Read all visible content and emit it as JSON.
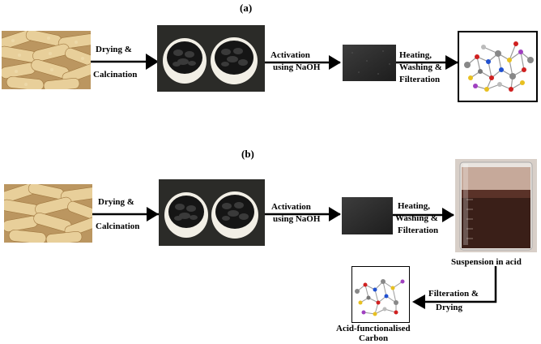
{
  "panel_a": {
    "label": "(a)",
    "step1": [
      "Drying &",
      "Calcination"
    ],
    "step2": [
      "Activation",
      "using NaOH"
    ],
    "step3": [
      "Heating,",
      "Washing &",
      "Filteration"
    ]
  },
  "panel_b": {
    "label": "(b)",
    "step1": [
      "Drying &",
      "Calcination"
    ],
    "step2": [
      "Activation",
      "using NaOH"
    ],
    "step3": [
      "Heating,",
      "Washing &",
      "Filteration"
    ],
    "suspension": "Suspension in acid",
    "step5": [
      "Filteration &",
      "Drying"
    ],
    "product": [
      "Acid-functionalised",
      "Carbon"
    ]
  }
}
